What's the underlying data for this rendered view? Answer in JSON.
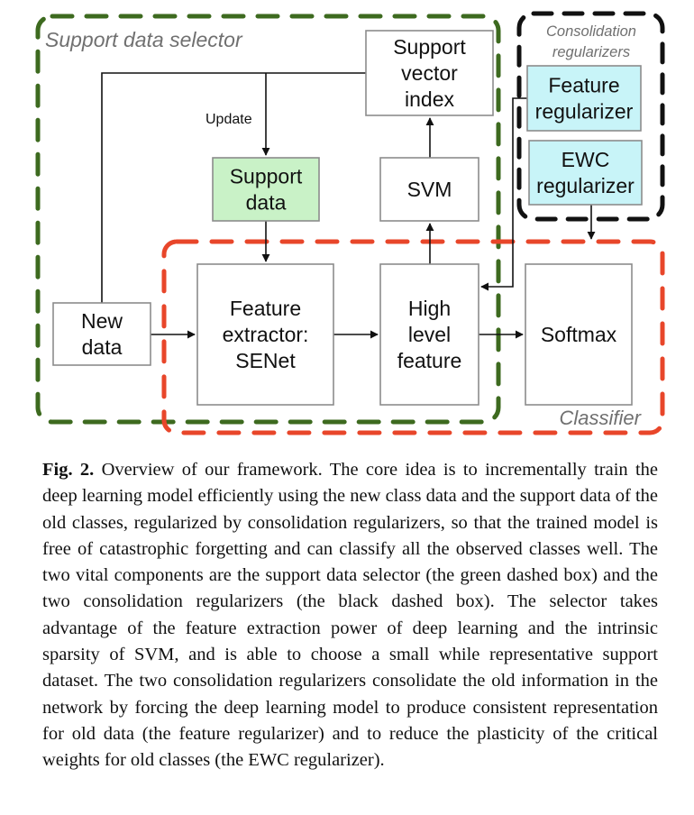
{
  "figure": {
    "groups": {
      "support_selector": {
        "label": "Support data selector",
        "color": "#3d6a1f"
      },
      "consolidation": {
        "label_line1": "Consolidation",
        "label_line2": "regularizers",
        "color": "#111111"
      },
      "classifier": {
        "label": "Classifier",
        "color": "#e8462a"
      }
    },
    "nodes": {
      "new_data": {
        "lines": [
          "New",
          "data"
        ],
        "fill": "#ffffff"
      },
      "support_data": {
        "lines": [
          "Support",
          "data"
        ],
        "fill": "#c9f2c7"
      },
      "support_vector_index": {
        "lines": [
          "Support",
          "vector",
          "index"
        ],
        "fill": "#ffffff"
      },
      "svm": {
        "lines": [
          "SVM"
        ],
        "fill": "#ffffff"
      },
      "feature_extractor": {
        "lines": [
          "Feature",
          "extractor:",
          "SENet"
        ],
        "fill": "#ffffff"
      },
      "high_level_feature": {
        "lines": [
          "High",
          "level",
          "feature"
        ],
        "fill": "#ffffff"
      },
      "softmax": {
        "lines": [
          "Softmax"
        ],
        "fill": "#ffffff"
      },
      "feature_regularizer": {
        "lines": [
          "Feature",
          "regularizer"
        ],
        "fill": "#c8f4f8"
      },
      "ewc_regularizer": {
        "lines": [
          "EWC",
          "regularizer"
        ],
        "fill": "#c8f4f8"
      }
    },
    "edges": {
      "update_label": "Update"
    }
  },
  "caption": {
    "label": "Fig. 2.",
    "text": "Overview of our framework. The core idea is to incrementally train the deep learning model efficiently using the new class data and the support data of the old classes, regularized by consolidation regularizers, so that the trained model is free of catastrophic forgetting and can classify all the observed classes well. The two vital components are the support data selector (the green dashed box) and the two consolidation regularizers (the black dashed box). The selector takes advantage of the feature extraction power of deep learning and the intrinsic sparsity of SVM, and is able to choose a small while representative support dataset. The two consolidation regularizers consolidate the old information in the network by forcing the deep learning model to produce consistent representation for old data (the feature regularizer) and to reduce the plasticity of the critical weights for old classes (the EWC regularizer)."
  }
}
